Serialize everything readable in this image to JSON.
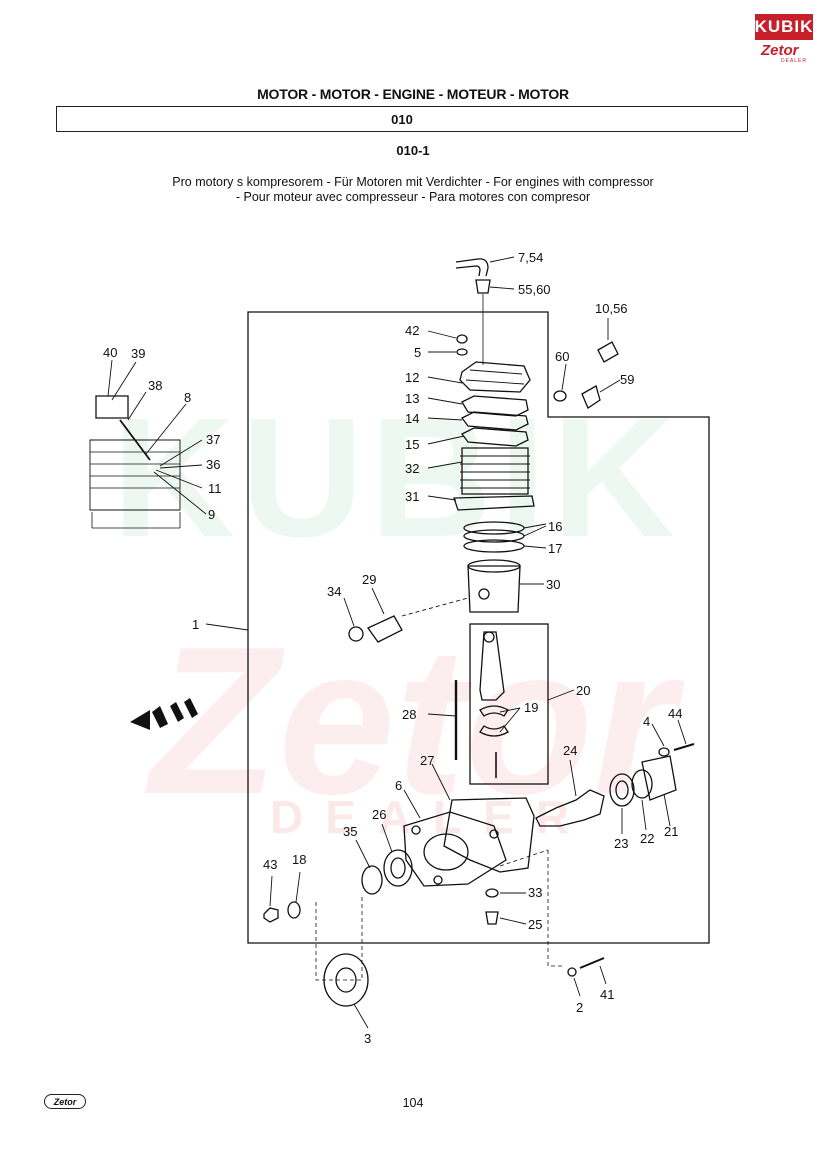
{
  "header": {
    "title": "MOTOR - MOTOR - ENGINE - MOTEUR - MOTOR",
    "section": "010",
    "subsection": "010-1",
    "description_line1": "Pro motory s kompresorem - Für Motoren mit Verdichter - For engines with compressor",
    "description_line2": "- Pour moteur avec compresseur - Para motores con compresor"
  },
  "logo": {
    "brand": "KUBIK",
    "sub_brand": "Zetor",
    "tag": "DEALER"
  },
  "watermark": {
    "kubik": "KUBIK",
    "zetor": "Zetor",
    "dealer": "DEALER"
  },
  "footer": {
    "page_number": "104",
    "logo": "Zetor"
  },
  "diagram": {
    "labels": {
      "p7_54": "7,54",
      "p55_60": "55,60",
      "p10_56": "10,56",
      "p42": "42",
      "p5": "5",
      "p60": "60",
      "p59": "59",
      "p12": "12",
      "p13": "13",
      "p14": "14",
      "p15": "15",
      "p32": "32",
      "p31": "31",
      "p16": "16",
      "p17": "17",
      "p30": "30",
      "p29": "29",
      "p34": "34",
      "p1": "1",
      "p40": "40",
      "p39": "39",
      "p38": "38",
      "p8": "8",
      "p37": "37",
      "p36": "36",
      "p11": "11",
      "p9": "9",
      "p20": "20",
      "p19": "19",
      "p28": "28",
      "p4": "4",
      "p44": "44",
      "p24": "24",
      "p27": "27",
      "p6": "6",
      "p26": "26",
      "p35": "35",
      "p23": "23",
      "p22": "22",
      "p21": "21",
      "p43": "43",
      "p18": "18",
      "p33": "33",
      "p25": "25",
      "p2": "2",
      "p41": "41",
      "p3": "3"
    }
  }
}
